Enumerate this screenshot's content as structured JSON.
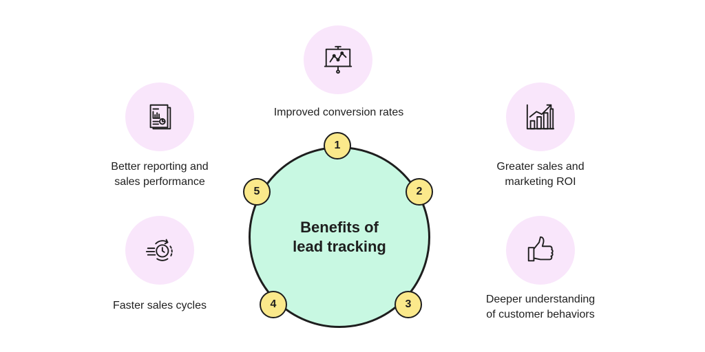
{
  "center": {
    "line1": "Benefits of",
    "line2": "lead tracking"
  },
  "benefits": [
    {
      "number": "1",
      "lines": [
        "Improved conversion rates"
      ],
      "icon": "presentation-chart-icon"
    },
    {
      "number": "2",
      "lines": [
        "Greater sales and",
        "marketing ROI"
      ],
      "icon": "growth-bar-chart-icon"
    },
    {
      "number": "3",
      "lines": [
        "Deeper understanding",
        "of customer behaviors"
      ],
      "icon": "thumbs-up-icon"
    },
    {
      "number": "4",
      "lines": [
        "Faster sales cycles"
      ],
      "icon": "fast-clock-icon"
    },
    {
      "number": "5",
      "lines": [
        "Better reporting and",
        "sales performance"
      ],
      "icon": "report-document-icon"
    }
  ],
  "colors": {
    "icon_bubble": "#f9e6fb",
    "center_fill": "#c8f8e2",
    "number_fill": "#fbe98b",
    "outline": "#1e1e1e"
  }
}
